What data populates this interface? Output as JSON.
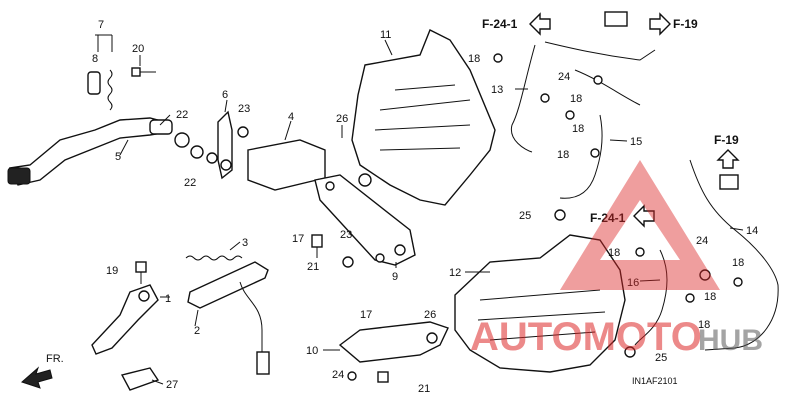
{
  "diagram": {
    "code": "IN1AF2101",
    "direction": "FR.",
    "refs": [
      "F-24-1",
      "F-19",
      "F-19",
      "F-24-1"
    ],
    "callouts": [
      "1",
      "2",
      "3",
      "4",
      "5",
      "6",
      "7",
      "8",
      "9",
      "10",
      "11",
      "12",
      "13",
      "14",
      "15",
      "16",
      "17",
      "17",
      "18",
      "18",
      "18",
      "18",
      "18",
      "18",
      "18",
      "18",
      "19",
      "20",
      "21",
      "21",
      "22",
      "22",
      "23",
      "23",
      "24",
      "24",
      "24",
      "25",
      "25",
      "26",
      "26",
      "27"
    ]
  },
  "watermark": {
    "text_left": "AUTOMOTO",
    "text_right": "HUB",
    "color": "#e03030"
  }
}
